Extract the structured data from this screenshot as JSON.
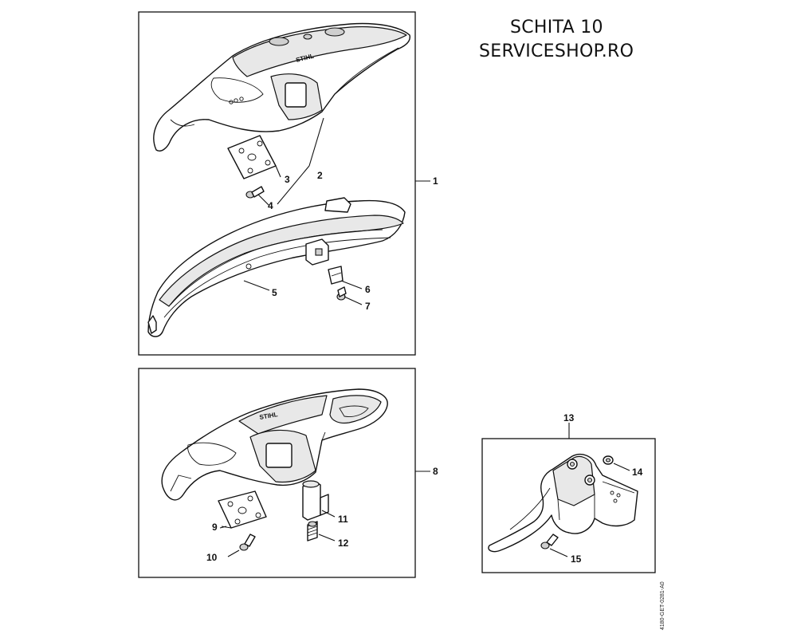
{
  "header": {
    "title_line1": "SCHITA 10",
    "title_line2": "SERVICESHOP.RO"
  },
  "drawing_code": "4180-GET-0281-A0",
  "callouts": {
    "c1": "1",
    "c2": "2",
    "c3": "3",
    "c4": "4",
    "c5": "5",
    "c6": "6",
    "c7": "7",
    "c8": "8",
    "c9": "9",
    "c10": "10",
    "c11": "11",
    "c12": "12",
    "c13": "13",
    "c14": "14",
    "c15": "15"
  },
  "brand_mark": "STIHL"
}
